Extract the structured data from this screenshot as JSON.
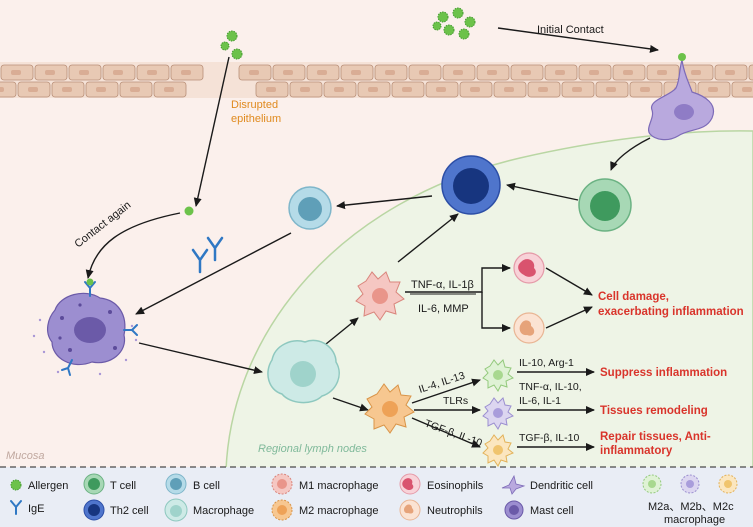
{
  "labels": {
    "initial_contact": "Initial Contact",
    "disrupted_epithelium_line1": "Disrupted",
    "disrupted_epithelium_line2": "epithelium",
    "contact_again": "Contact again",
    "mucosa": "Mucosa",
    "regional_lymph_nodes": "Regional lymph nodes",
    "m1_cytokines_top": "TNF-α, IL-1β",
    "m1_cytokines_bottom": "IL-6, MMP",
    "m2_il4_il13": "IL-4, IL-13",
    "m2_tlrs": "TLRs",
    "m2_tgfb_il10": "TGF-β, IL-10",
    "m2a_products": "IL-10, Arg-1",
    "m2b_products_line1": "TNF-α, IL-10,",
    "m2b_products_line2": "IL-6, IL-1",
    "m2c_products": "TGF-β, IL-10"
  },
  "outcomes": {
    "cell_damage_line1": "Cell damage,",
    "cell_damage_line2": "exacerbating inflammation",
    "suppress": "Suppress inflammation",
    "remodeling": "Tissues remodeling",
    "repair_line1": "Repair tissues, Anti-",
    "repair_line2": "inflammatory"
  },
  "legend": {
    "allergen": "Allergen",
    "ige": "IgE",
    "t_cell": "T cell",
    "th2_cell": "Th2 cell",
    "b_cell": "B cell",
    "macrophage": "Macrophage",
    "m1_macrophage": "M1 macrophage",
    "m2_macrophage": "M2 macrophage",
    "eosinophils": "Eosinophils",
    "neutrophils": "Neutrophils",
    "dendritic_cell": "Dendritic cell",
    "mast_cell": "Mast cell",
    "m2_subtypes_line1": "M2a、M2b、M2c",
    "m2_subtypes_line2": "macrophage"
  },
  "colors": {
    "background": "#fbf0ec",
    "lymph_node_fill": "#eef4e6",
    "lymph_node_stroke": "#b9d6a3",
    "epithelium": "#e8c9b4",
    "allergen": "#6cc24a",
    "outcome_red": "#d9342b",
    "orange_label": "#e08a1e",
    "legend_bg": "#e9edf5"
  },
  "icons": [
    "allergen-icon",
    "ige-icon",
    "t-cell-icon",
    "th2-cell-icon",
    "b-cell-icon",
    "macrophage-icon",
    "m1-macrophage-icon",
    "m2-macrophage-icon",
    "eosinophil-icon",
    "neutrophil-icon",
    "dendritic-cell-icon",
    "mast-cell-icon"
  ]
}
